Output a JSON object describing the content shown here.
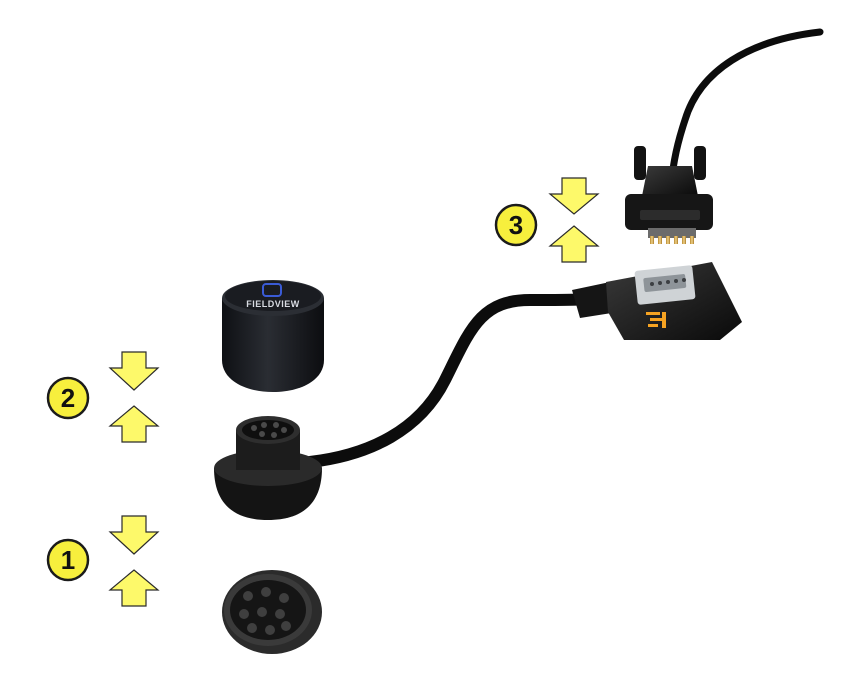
{
  "colors": {
    "badge_fill": "#f7ef3d",
    "arrow_fill": "#fdf96a",
    "cable": "#0c0c0c",
    "device": "#1b1d22",
    "device_logo": "#3a5bd6",
    "adapter_accent": "#f6a322"
  },
  "steps": [
    {
      "number": "1"
    },
    {
      "number": "2"
    },
    {
      "number": "3"
    }
  ],
  "device": {
    "brand_text": "FIELDVIEW",
    "icon": "fieldview-drive-icon"
  },
  "components": [
    {
      "icon": "diagnostic-port-socket-icon"
    },
    {
      "icon": "round-9-pin-connector-icon"
    },
    {
      "icon": "serial-db9-male-plug-icon"
    },
    {
      "icon": "serial-db9-female-adapter-icon"
    }
  ]
}
